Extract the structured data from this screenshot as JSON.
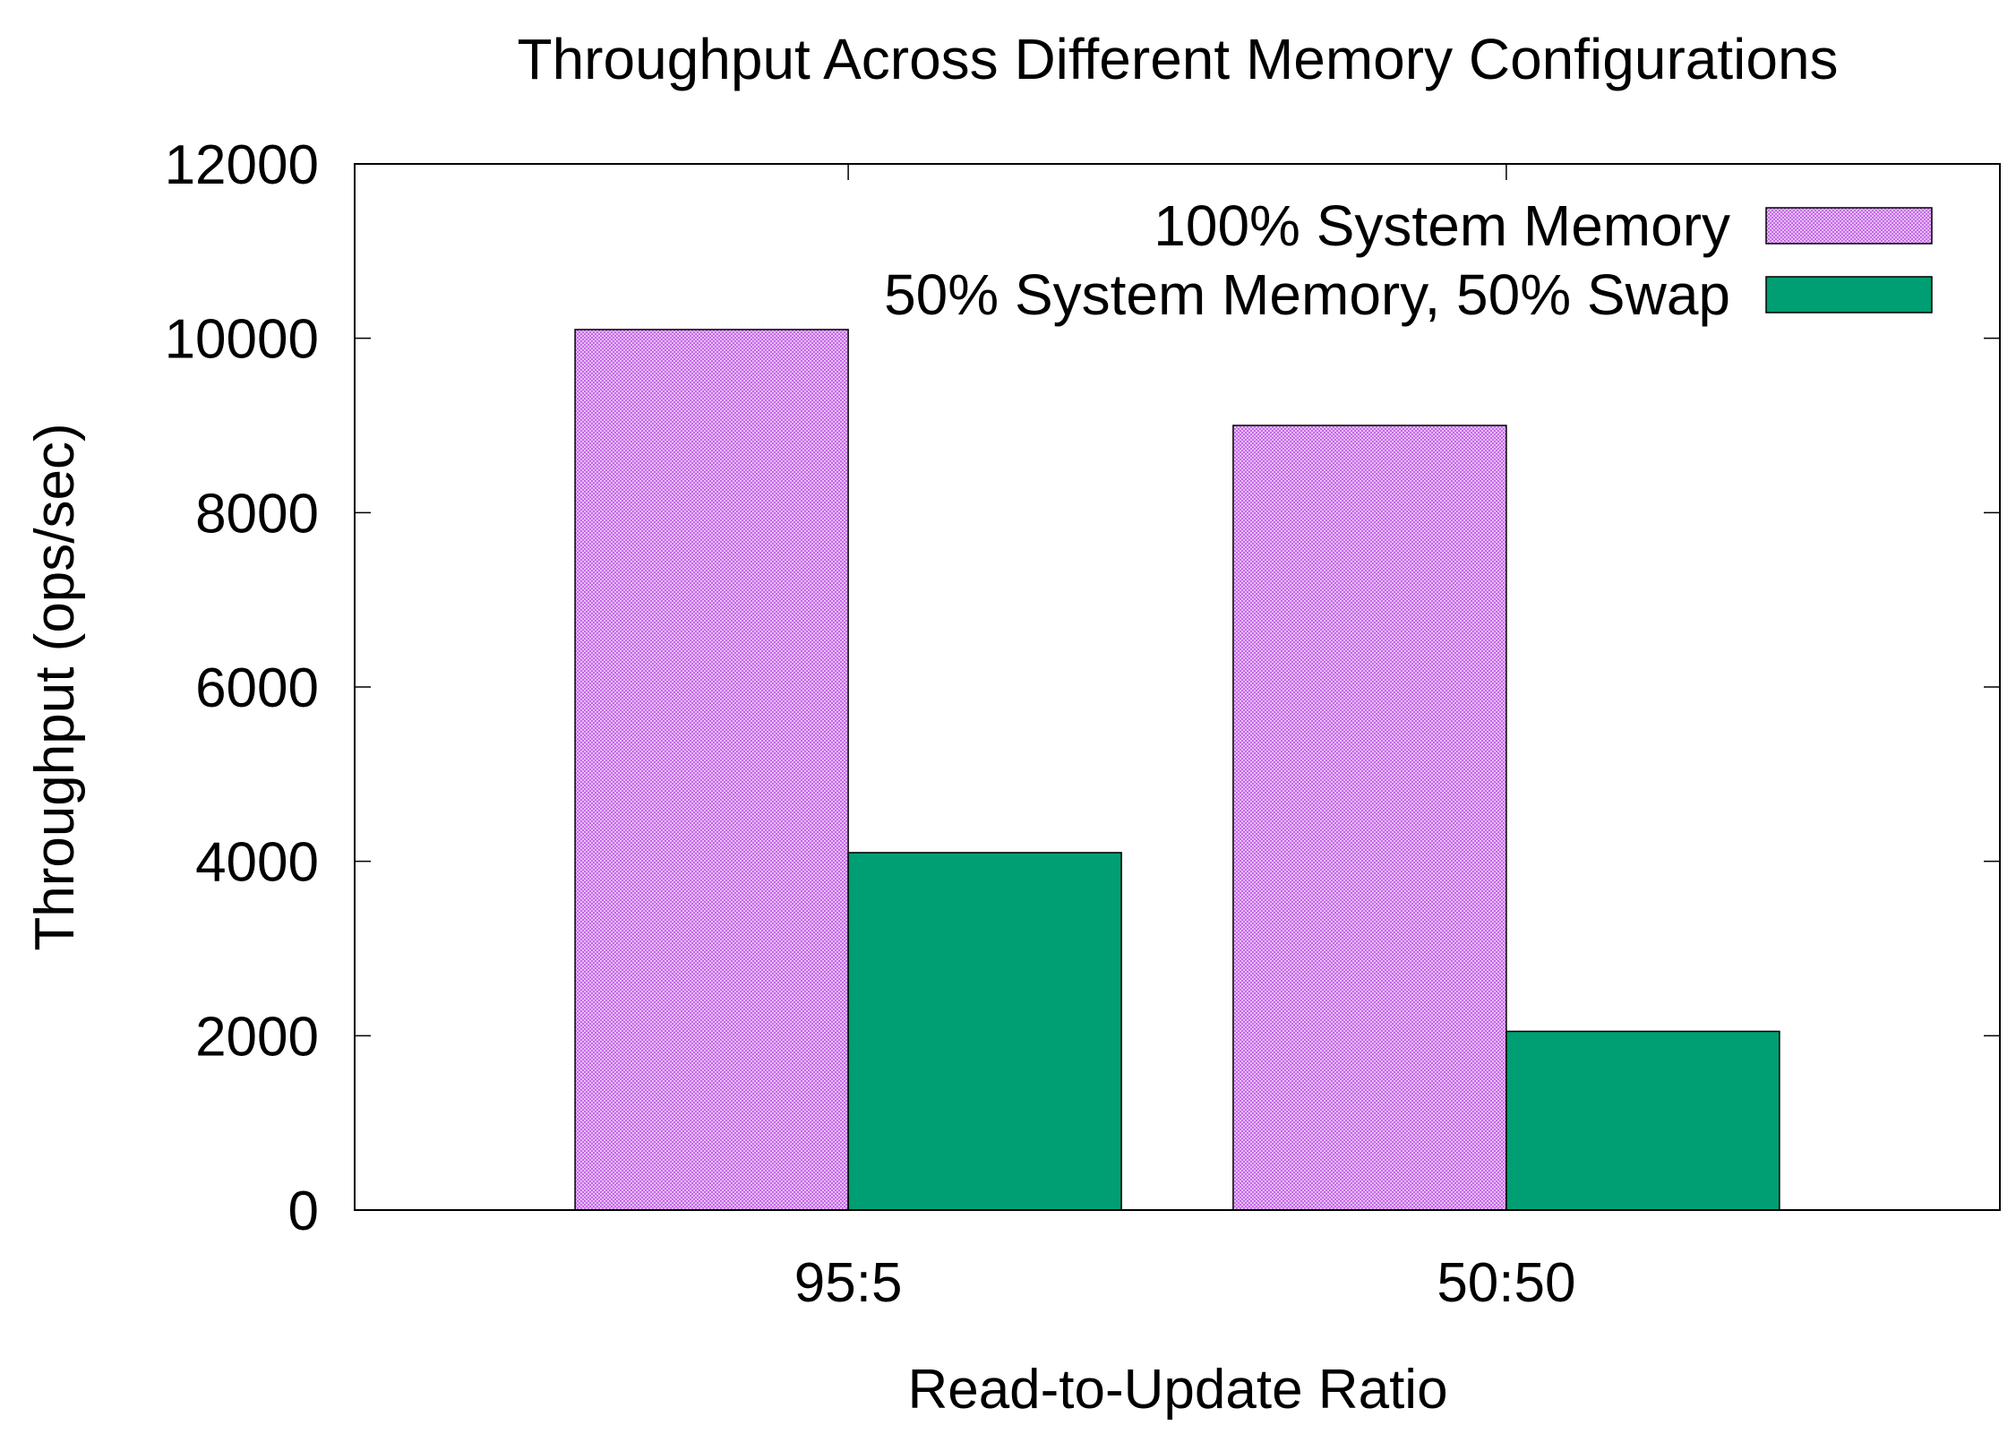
{
  "chart_data": {
    "type": "bar",
    "title": "Throughput Across Different Memory Configurations",
    "xlabel": "Read-to-Update Ratio",
    "ylabel": "Throughput (ops/sec)",
    "categories": [
      "95:5",
      "50:50"
    ],
    "series": [
      {
        "name": "100% System Memory",
        "values": [
          10100,
          9000
        ],
        "color": "#d68df0",
        "pattern": "checker"
      },
      {
        "name": "50% System Memory, 50% Swap",
        "values": [
          4100,
          2050
        ],
        "color": "#009e73",
        "pattern": "solid"
      }
    ],
    "ylim": [
      0,
      12000
    ],
    "yticks": [
      0,
      2000,
      4000,
      6000,
      8000,
      10000,
      12000
    ],
    "ytick_labels": [
      "0",
      "2000",
      "4000",
      "6000",
      "8000",
      "10000",
      "12000"
    ],
    "grid": false,
    "legend_position": "top-right"
  }
}
